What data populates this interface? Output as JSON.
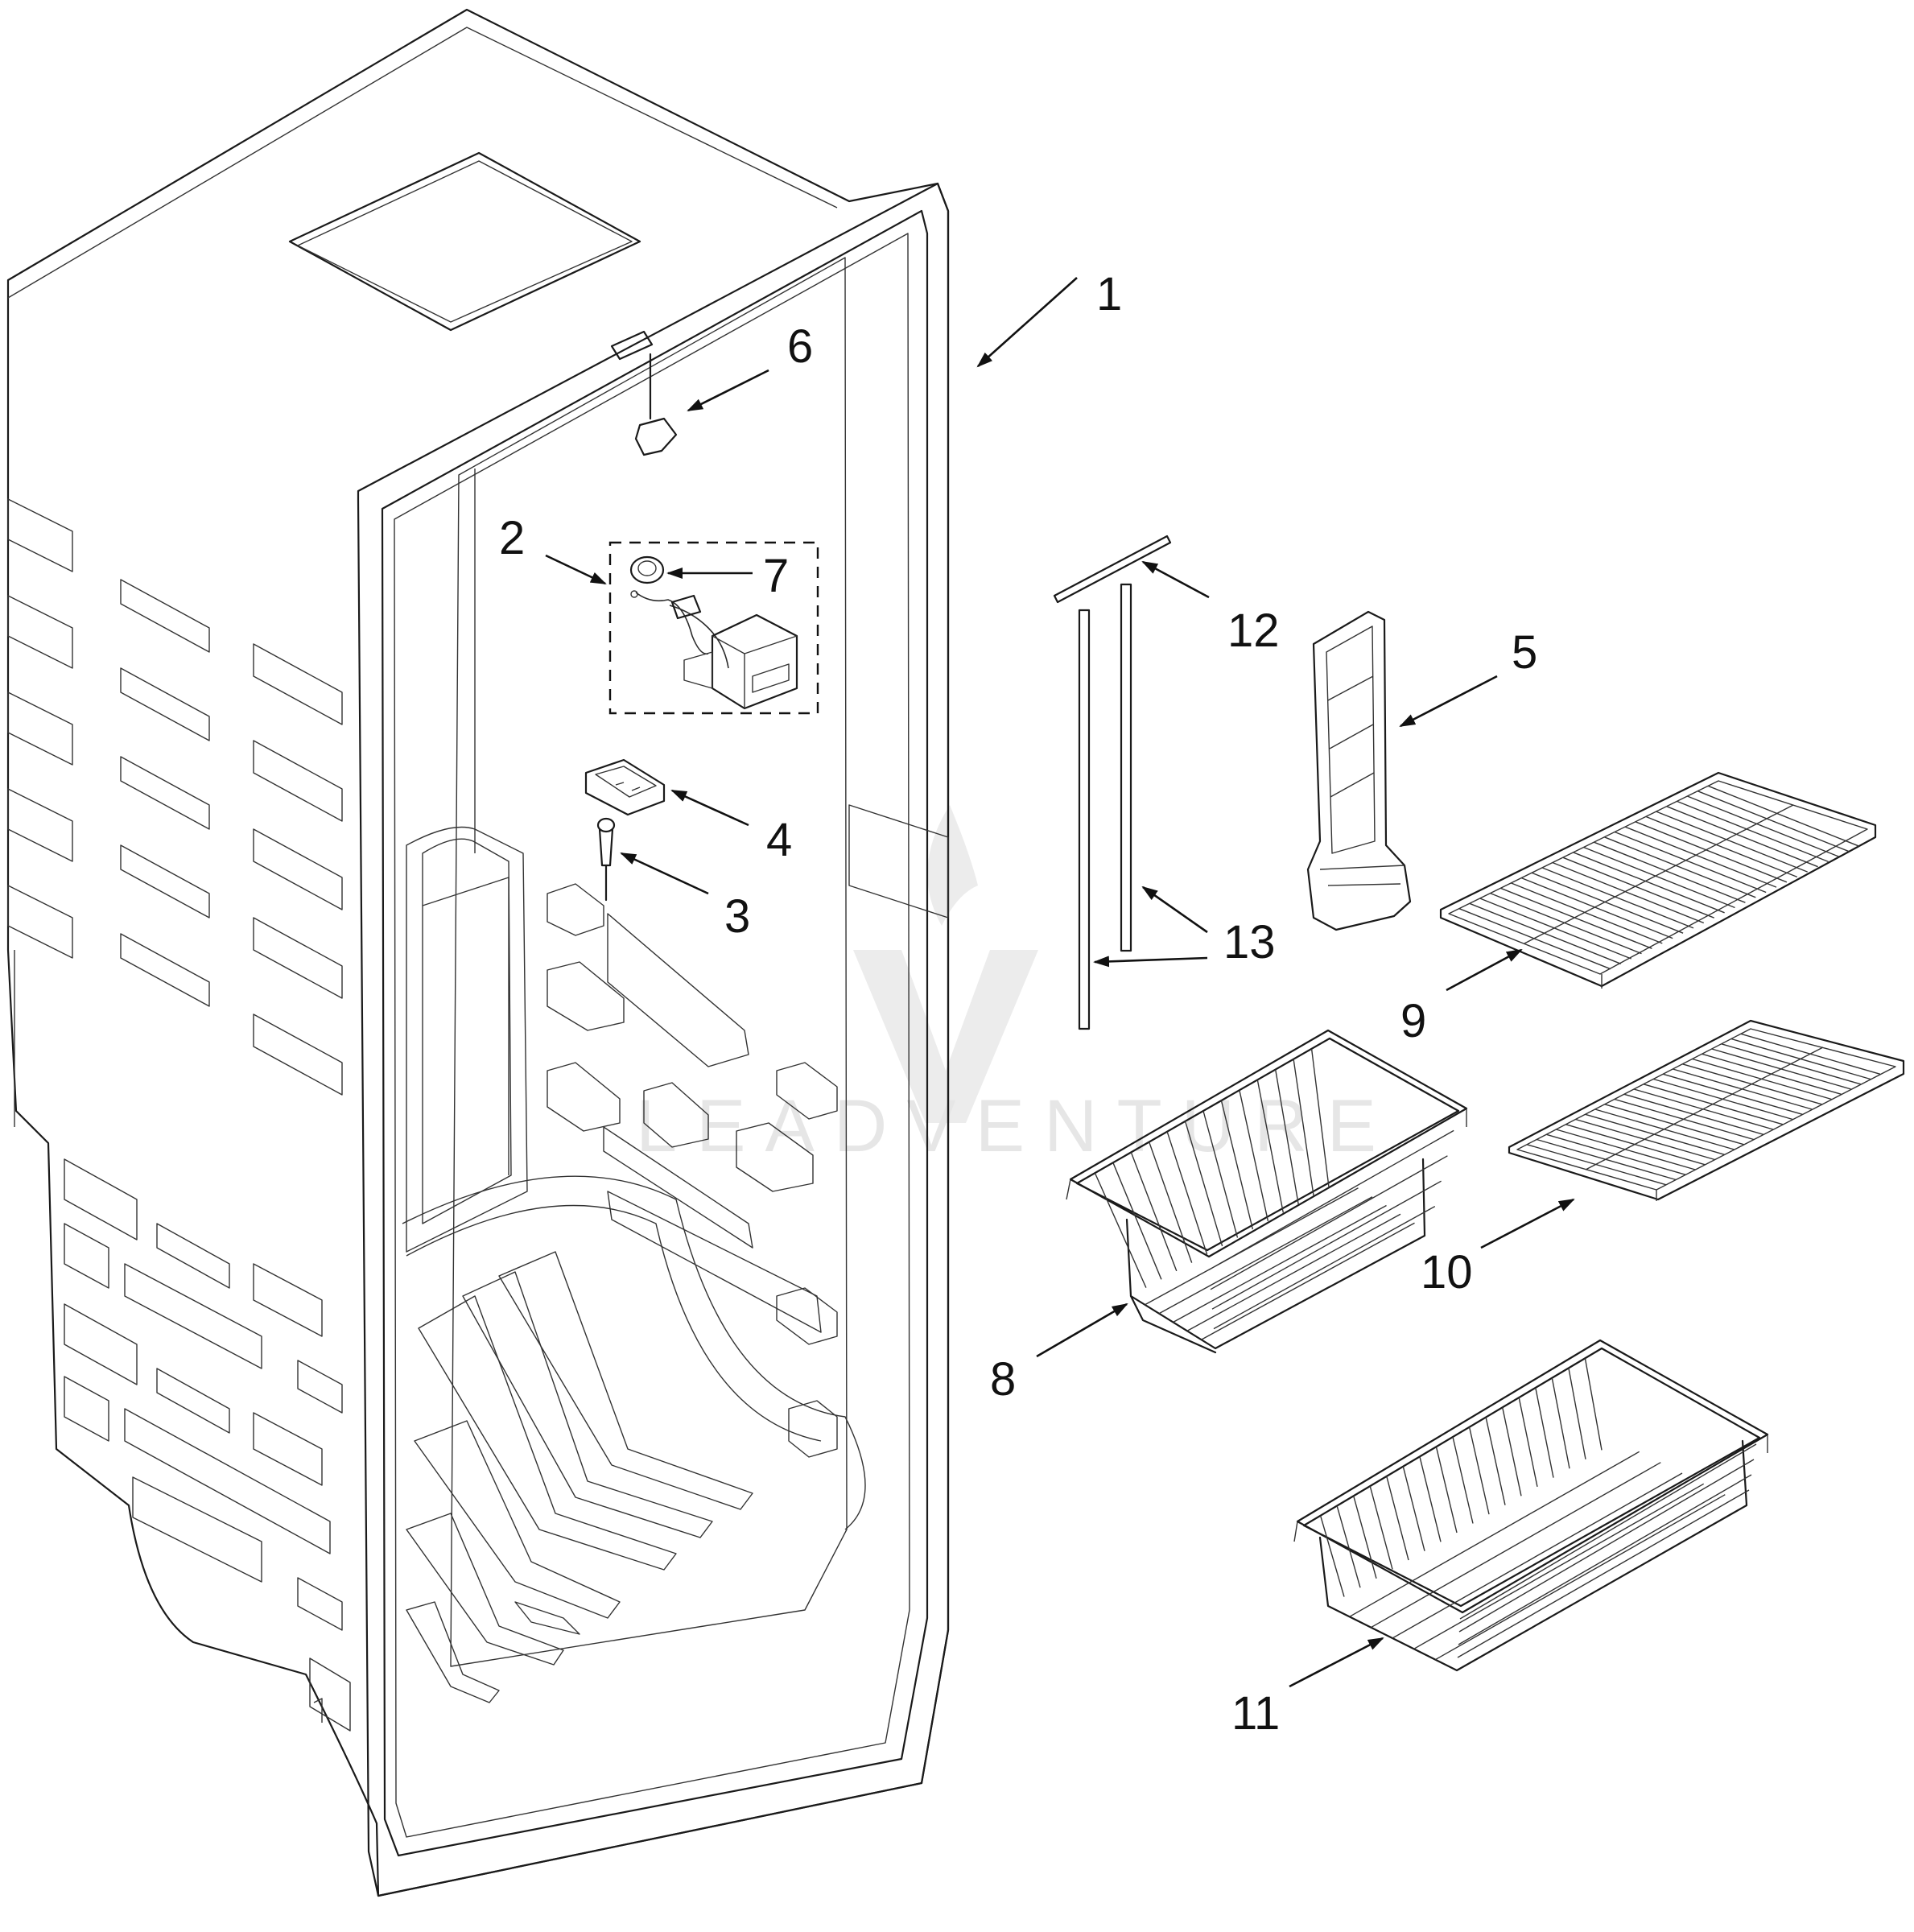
{
  "diagram": {
    "callouts": [
      {
        "id": "1",
        "label": "1"
      },
      {
        "id": "2",
        "label": "2"
      },
      {
        "id": "3",
        "label": "3"
      },
      {
        "id": "4",
        "label": "4"
      },
      {
        "id": "5",
        "label": "5"
      },
      {
        "id": "6",
        "label": "6"
      },
      {
        "id": "7",
        "label": "7"
      },
      {
        "id": "8",
        "label": "8"
      },
      {
        "id": "9",
        "label": "9"
      },
      {
        "id": "10",
        "label": "10"
      },
      {
        "id": "11",
        "label": "11"
      },
      {
        "id": "12",
        "label": "12"
      },
      {
        "id": "13",
        "label": "13"
      }
    ],
    "parts": [
      {
        "id": "1",
        "name": "liner"
      },
      {
        "id": "2",
        "name": "control-housing-assembly"
      },
      {
        "id": "3",
        "name": "sensor"
      },
      {
        "id": "4",
        "name": "light-housing"
      },
      {
        "id": "5",
        "name": "air-duct"
      },
      {
        "id": "6",
        "name": "clip"
      },
      {
        "id": "7",
        "name": "knob-switch"
      },
      {
        "id": "8",
        "name": "wire-basket-upper"
      },
      {
        "id": "9",
        "name": "wire-shelf-upper"
      },
      {
        "id": "10",
        "name": "wire-shelf-lower"
      },
      {
        "id": "11",
        "name": "wire-basket-lower"
      },
      {
        "id": "12",
        "name": "trim-strip-horizontal"
      },
      {
        "id": "13",
        "name": "trim-strip-vertical"
      }
    ]
  },
  "watermark": {
    "text": "LEADVENTURE",
    "color": "#e6e6e6"
  }
}
